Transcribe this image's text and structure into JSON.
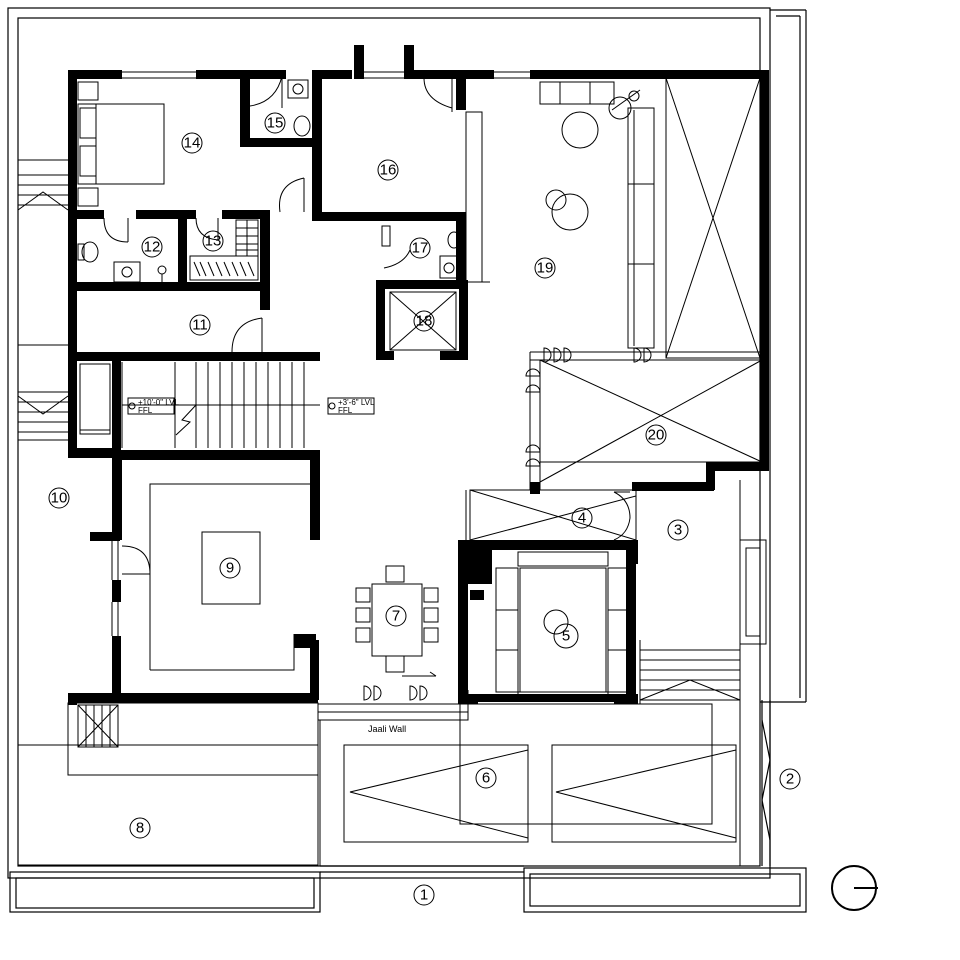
{
  "rooms": [
    {
      "id": "r1",
      "label": "1"
    },
    {
      "id": "r2",
      "label": "2"
    },
    {
      "id": "r3",
      "label": "3"
    },
    {
      "id": "r4",
      "label": "4"
    },
    {
      "id": "r5",
      "label": "5"
    },
    {
      "id": "r6",
      "label": "6"
    },
    {
      "id": "r7",
      "label": "7"
    },
    {
      "id": "r8",
      "label": "8"
    },
    {
      "id": "r9",
      "label": "9"
    },
    {
      "id": "r10",
      "label": "10"
    },
    {
      "id": "r11",
      "label": "11"
    },
    {
      "id": "r12",
      "label": "12"
    },
    {
      "id": "r13",
      "label": "13"
    },
    {
      "id": "r14",
      "label": "14"
    },
    {
      "id": "r15",
      "label": "15"
    },
    {
      "id": "r16",
      "label": "16"
    },
    {
      "id": "r17",
      "label": "17"
    },
    {
      "id": "r18",
      "label": "18"
    },
    {
      "id": "r19",
      "label": "19"
    },
    {
      "id": "r20",
      "label": "20"
    }
  ],
  "annotations": {
    "jaali_wall": "Jaali Wall",
    "level_1": "+10'-0\" LVL",
    "level_1_ffl": "FFL",
    "level_2": "+3'-6\" LVL",
    "level_2_ffl": "FFL"
  }
}
